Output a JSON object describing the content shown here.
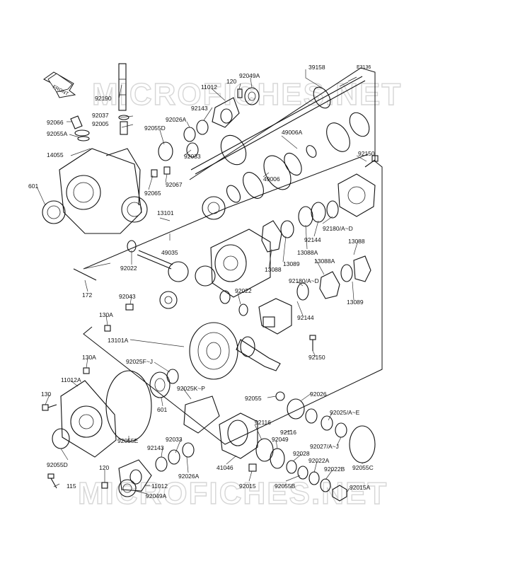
{
  "diagram": {
    "code": "E3136",
    "front_label": "FRONT",
    "watermark": "MICROFICHES.NET",
    "labels": [
      {
        "id": "p39158",
        "text": "39158"
      },
      {
        "id": "p92049a-top",
        "text": "92049A"
      },
      {
        "id": "p120-top",
        "text": "120"
      },
      {
        "id": "p11012-top",
        "text": "11012"
      },
      {
        "id": "p92190",
        "text": "92190"
      },
      {
        "id": "p92143-top",
        "text": "92143"
      },
      {
        "id": "p92037",
        "text": "92037"
      },
      {
        "id": "p92026a-top",
        "text": "92026A"
      },
      {
        "id": "p92066",
        "text": "92066"
      },
      {
        "id": "p92005",
        "text": "92005"
      },
      {
        "id": "p92055a",
        "text": "92055A"
      },
      {
        "id": "p92055d-top",
        "text": "92055D"
      },
      {
        "id": "p49006a",
        "text": "49006A"
      },
      {
        "id": "p92150-top",
        "text": "92150"
      },
      {
        "id": "p14055",
        "text": "14055"
      },
      {
        "id": "p92033-top",
        "text": "92033"
      },
      {
        "id": "p92065",
        "text": "92065"
      },
      {
        "id": "p92067",
        "text": "92067"
      },
      {
        "id": "p49006",
        "text": "49006"
      },
      {
        "id": "p601-top",
        "text": "601"
      },
      {
        "id": "p13101",
        "text": "13101"
      },
      {
        "id": "p92144-top",
        "text": "92144"
      },
      {
        "id": "p92180ad-top",
        "text": "92180/A~D"
      },
      {
        "id": "p49035",
        "text": "49035"
      },
      {
        "id": "p13088a-top",
        "text": "13088A"
      },
      {
        "id": "p13088-right",
        "text": "13088"
      },
      {
        "id": "p92022-left",
        "text": "92022"
      },
      {
        "id": "p13089-mid",
        "text": "13089"
      },
      {
        "id": "p13088-mid",
        "text": "13088"
      },
      {
        "id": "p13088a-mid",
        "text": "13088A"
      },
      {
        "id": "p172",
        "text": "172"
      },
      {
        "id": "p92180ad-mid",
        "text": "92180/A~D"
      },
      {
        "id": "p92043",
        "text": "92043"
      },
      {
        "id": "p92022-mid",
        "text": "92022"
      },
      {
        "id": "p13089-right",
        "text": "13089"
      },
      {
        "id": "p130a-mid",
        "text": "130A"
      },
      {
        "id": "p92144-mid",
        "text": "92144"
      },
      {
        "id": "p13101a",
        "text": "13101A"
      },
      {
        "id": "p92150-mid",
        "text": "92150"
      },
      {
        "id": "p130a-low",
        "text": "130A"
      },
      {
        "id": "p92025fj",
        "text": "92025F~J"
      },
      {
        "id": "p11012a",
        "text": "11012A"
      },
      {
        "id": "p92025kp",
        "text": "92025K~P"
      },
      {
        "id": "p92055",
        "text": "92055"
      },
      {
        "id": "p92026",
        "text": "92026"
      },
      {
        "id": "p130-low",
        "text": "130"
      },
      {
        "id": "p601-low",
        "text": "601"
      },
      {
        "id": "p92025ae",
        "text": "92025/A~E"
      },
      {
        "id": "p92116-a",
        "text": "92116"
      },
      {
        "id": "p92055e",
        "text": "92055E"
      },
      {
        "id": "p92033-low",
        "text": "92033"
      },
      {
        "id": "p92116-b",
        "text": "92116"
      },
      {
        "id": "p92143-low",
        "text": "92143"
      },
      {
        "id": "p92049-low",
        "text": "92049"
      },
      {
        "id": "p92027aj",
        "text": "92027/A~J"
      },
      {
        "id": "p92028",
        "text": "92028"
      },
      {
        "id": "p92055d-low",
        "text": "92055D"
      },
      {
        "id": "p92026a-low",
        "text": "92026A"
      },
      {
        "id": "p92022a",
        "text": "92022A"
      },
      {
        "id": "p92055c",
        "text": "92055C"
      },
      {
        "id": "p41046",
        "text": "41046"
      },
      {
        "id": "p120-low",
        "text": "120"
      },
      {
        "id": "p92022b",
        "text": "92022B"
      },
      {
        "id": "p92015",
        "text": "92015"
      },
      {
        "id": "p92055b",
        "text": "92055B"
      },
      {
        "id": "p11012-low",
        "text": "11012"
      },
      {
        "id": "p115",
        "text": "115"
      },
      {
        "id": "p92015a",
        "text": "92015A"
      },
      {
        "id": "p92049a-low",
        "text": "92049A"
      }
    ]
  }
}
